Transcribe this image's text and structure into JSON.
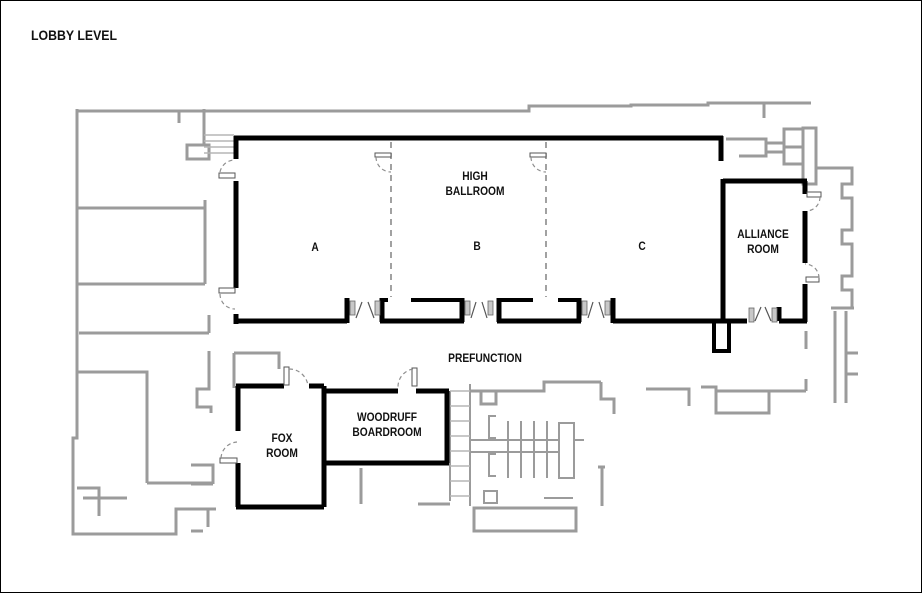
{
  "title": "LOBBY LEVEL",
  "rooms": {
    "high_ballroom": {
      "line1": "HIGH",
      "line2": "BALLROOM",
      "sections": {
        "a": "A",
        "b": "B",
        "c": "C"
      }
    },
    "alliance_room": {
      "line1": "ALLIANCE",
      "line2": "ROOM"
    },
    "prefunction": {
      "label": "PREFUNCTION"
    },
    "fox_room": {
      "line1": "FOX",
      "line2": "ROOM"
    },
    "woodruff_boardroom": {
      "line1": "WOODRUFF",
      "line2": "BOARDROOM"
    }
  },
  "colors": {
    "primary_wall": "#000000",
    "secondary_wall": "#9b9b9b",
    "door_fill": "#c8c8c8",
    "background": "#ffffff",
    "text": "#111111"
  }
}
